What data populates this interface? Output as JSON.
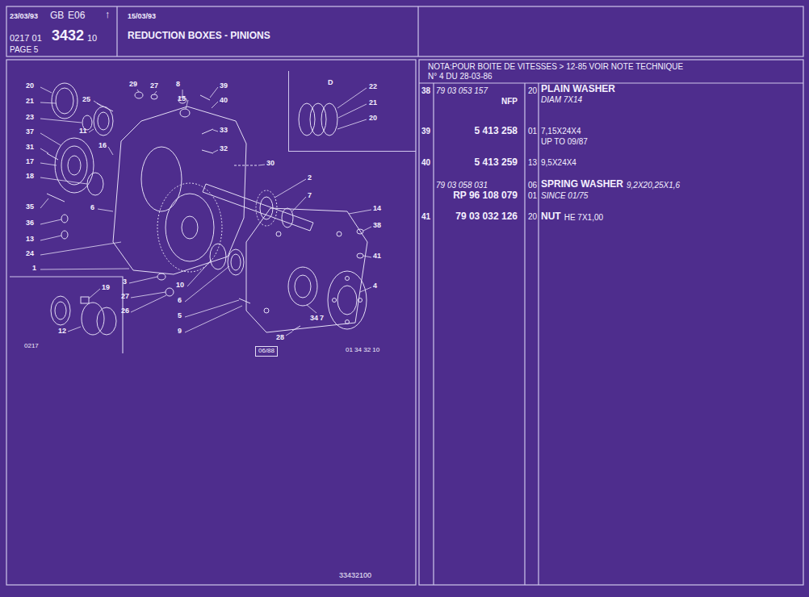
{
  "diagram": {
    "nodes": [
      {
        "text": [
          "23/03/93",
          "GB",
          "E06",
          "↑",
          "0217 01",
          "3432",
          "10",
          "PAGE 5"
        ]
      },
      {
        "text": [
          "15/03/93",
          "REDUCTION BOXES - PINIONS"
        ]
      },
      {
        "text": [
          "D",
          "22",
          "21",
          "20"
        ]
      },
      {
        "text": [
          "06/88"
        ]
      }
    ],
    "labels": [
      "20",
      "21",
      "23",
      "37",
      "31",
      "17",
      "18",
      "35",
      "36",
      "13",
      "24",
      "1",
      "25",
      "29",
      "27",
      "8",
      "15",
      "11",
      "16",
      "6",
      "39",
      "40",
      "33",
      "32",
      "30",
      "2",
      "7",
      "14",
      "38",
      "41",
      "4",
      "34",
      "7",
      "3",
      "27",
      "26",
      "10",
      "6",
      "5",
      "9",
      "28",
      "19",
      "12",
      "0217",
      "01 34 32 10",
      "NOTA:POUR BOITE DE VITESSES > 12-85 VOIR NOTE TECHNIQUE",
      "N° 4 DU 28-03-86",
      "38",
      "79 03 053 157",
      "NFP",
      "20",
      "PLAIN WASHER",
      "DIAM 7X14",
      "39",
      "5 413 258",
      "01",
      "7,15X24X4",
      "UP TO 09/87",
      "40",
      "5 413 259",
      "13",
      "9,5X24X4",
      "79 03 058 031",
      "06",
      "SPRING WASHER",
      "9,2X20,25X1,6",
      "RP 96 108 079",
      "01",
      "SINCE 01/75",
      "41",
      "79 03 032 126",
      "20",
      "NUT",
      "HE 7X1,00",
      "33432100"
    ]
  }
}
